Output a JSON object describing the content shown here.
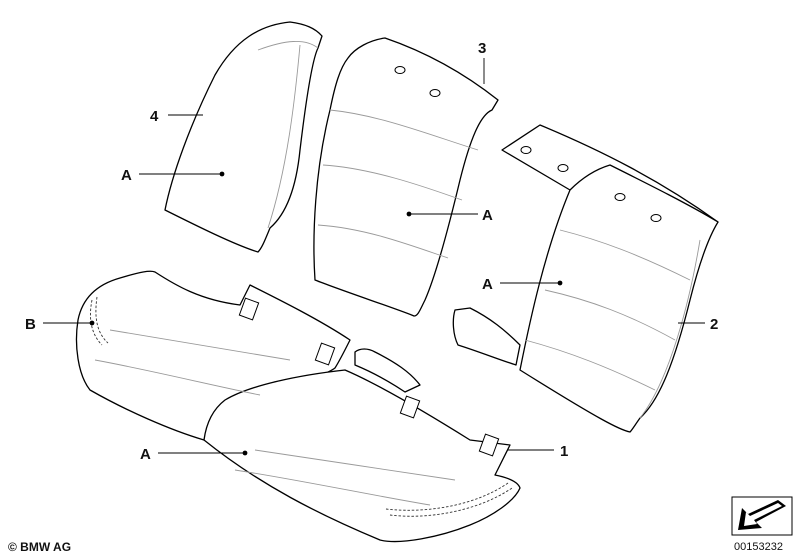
{
  "callouts": {
    "part_1": "1",
    "part_2": "2",
    "part_3": "3",
    "part_4": "4",
    "cover_a": "A",
    "seam_b": "B"
  },
  "footer": {
    "copyright": "© BMW AG",
    "doc_number": "00153232"
  },
  "colors": {
    "outline": "#000000",
    "background": "#ffffff",
    "seam": "#9a9a9a"
  },
  "icons": {
    "direction_symbol": "arrow-icon"
  }
}
